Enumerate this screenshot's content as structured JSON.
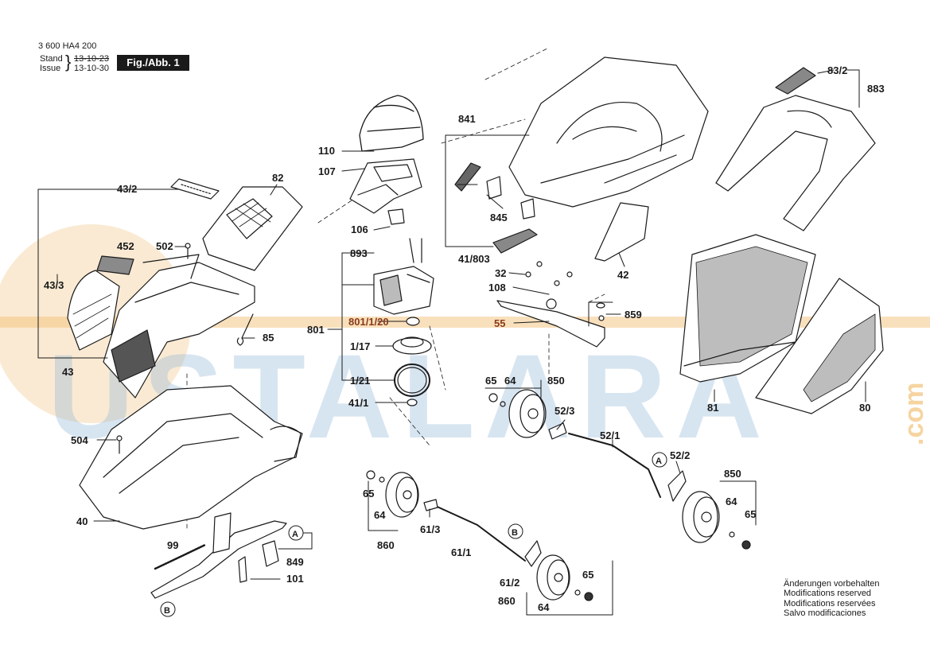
{
  "header": {
    "doc_number": "3 600 HA4 200",
    "stand_label": "Stand",
    "issue_label": "Issue",
    "stand_date": "13-10-23",
    "issue_date": "13-10-30",
    "figure_label": "Fig./Abb. 1"
  },
  "notes": [
    "Änderungen vorbehalten",
    "Modifications reserved",
    "Modifications reservées",
    "Salvo modificaciones"
  ],
  "watermark": {
    "text": "USTALARA",
    "suffix": ".com"
  },
  "colors": {
    "ink": "#1a1a1a",
    "highlight_label": "#8a3b1b",
    "watermark_orange": "#f3c27a",
    "watermark_blue": "#8fb6d8"
  },
  "callouts": [
    {
      "id": "110",
      "text": "110"
    },
    {
      "id": "107",
      "text": "107"
    },
    {
      "id": "82",
      "text": "82"
    },
    {
      "id": "43-2",
      "text": "43/2"
    },
    {
      "id": "452",
      "text": "452"
    },
    {
      "id": "502",
      "text": "502"
    },
    {
      "id": "43-3",
      "text": "43/3"
    },
    {
      "id": "43",
      "text": "43"
    },
    {
      "id": "106",
      "text": "106"
    },
    {
      "id": "893",
      "text": "893"
    },
    {
      "id": "801",
      "text": "801"
    },
    {
      "id": "801-1-20",
      "text": "801/1/20"
    },
    {
      "id": "1-17",
      "text": "1/17"
    },
    {
      "id": "1-21",
      "text": "1/21"
    },
    {
      "id": "41-1",
      "text": "41/1"
    },
    {
      "id": "85",
      "text": "85"
    },
    {
      "id": "504",
      "text": "504"
    },
    {
      "id": "40",
      "text": "40"
    },
    {
      "id": "99",
      "text": "99"
    },
    {
      "id": "849",
      "text": "849"
    },
    {
      "id": "101",
      "text": "101"
    },
    {
      "id": "a-left",
      "text": "A"
    },
    {
      "id": "b-left",
      "text": "B"
    },
    {
      "id": "841",
      "text": "841"
    },
    {
      "id": "845",
      "text": "845"
    },
    {
      "id": "41-803",
      "text": "41/803"
    },
    {
      "id": "32",
      "text": "32"
    },
    {
      "id": "108",
      "text": "108"
    },
    {
      "id": "42",
      "text": "42"
    },
    {
      "id": "55",
      "text": "55"
    },
    {
      "id": "859",
      "text": "859"
    },
    {
      "id": "65-a",
      "text": "65"
    },
    {
      "id": "64-a",
      "text": "64"
    },
    {
      "id": "850-a",
      "text": "850"
    },
    {
      "id": "52-3",
      "text": "52/3"
    },
    {
      "id": "52-1",
      "text": "52/1"
    },
    {
      "id": "a-right",
      "text": "A"
    },
    {
      "id": "52-2",
      "text": "52/2"
    },
    {
      "id": "850-b",
      "text": "850"
    },
    {
      "id": "64-b",
      "text": "64"
    },
    {
      "id": "65-b",
      "text": "65"
    },
    {
      "id": "65-c",
      "text": "65"
    },
    {
      "id": "64-c",
      "text": "64"
    },
    {
      "id": "860-a",
      "text": "860"
    },
    {
      "id": "61-3",
      "text": "61/3"
    },
    {
      "id": "61-1",
      "text": "61/1"
    },
    {
      "id": "b-mid",
      "text": "B"
    },
    {
      "id": "61-2",
      "text": "61/2"
    },
    {
      "id": "65-d",
      "text": "65"
    },
    {
      "id": "860-b",
      "text": "860"
    },
    {
      "id": "64-d",
      "text": "64"
    },
    {
      "id": "83-2",
      "text": "83/2"
    },
    {
      "id": "883",
      "text": "883"
    },
    {
      "id": "81",
      "text": "81"
    },
    {
      "id": "80",
      "text": "80"
    }
  ]
}
